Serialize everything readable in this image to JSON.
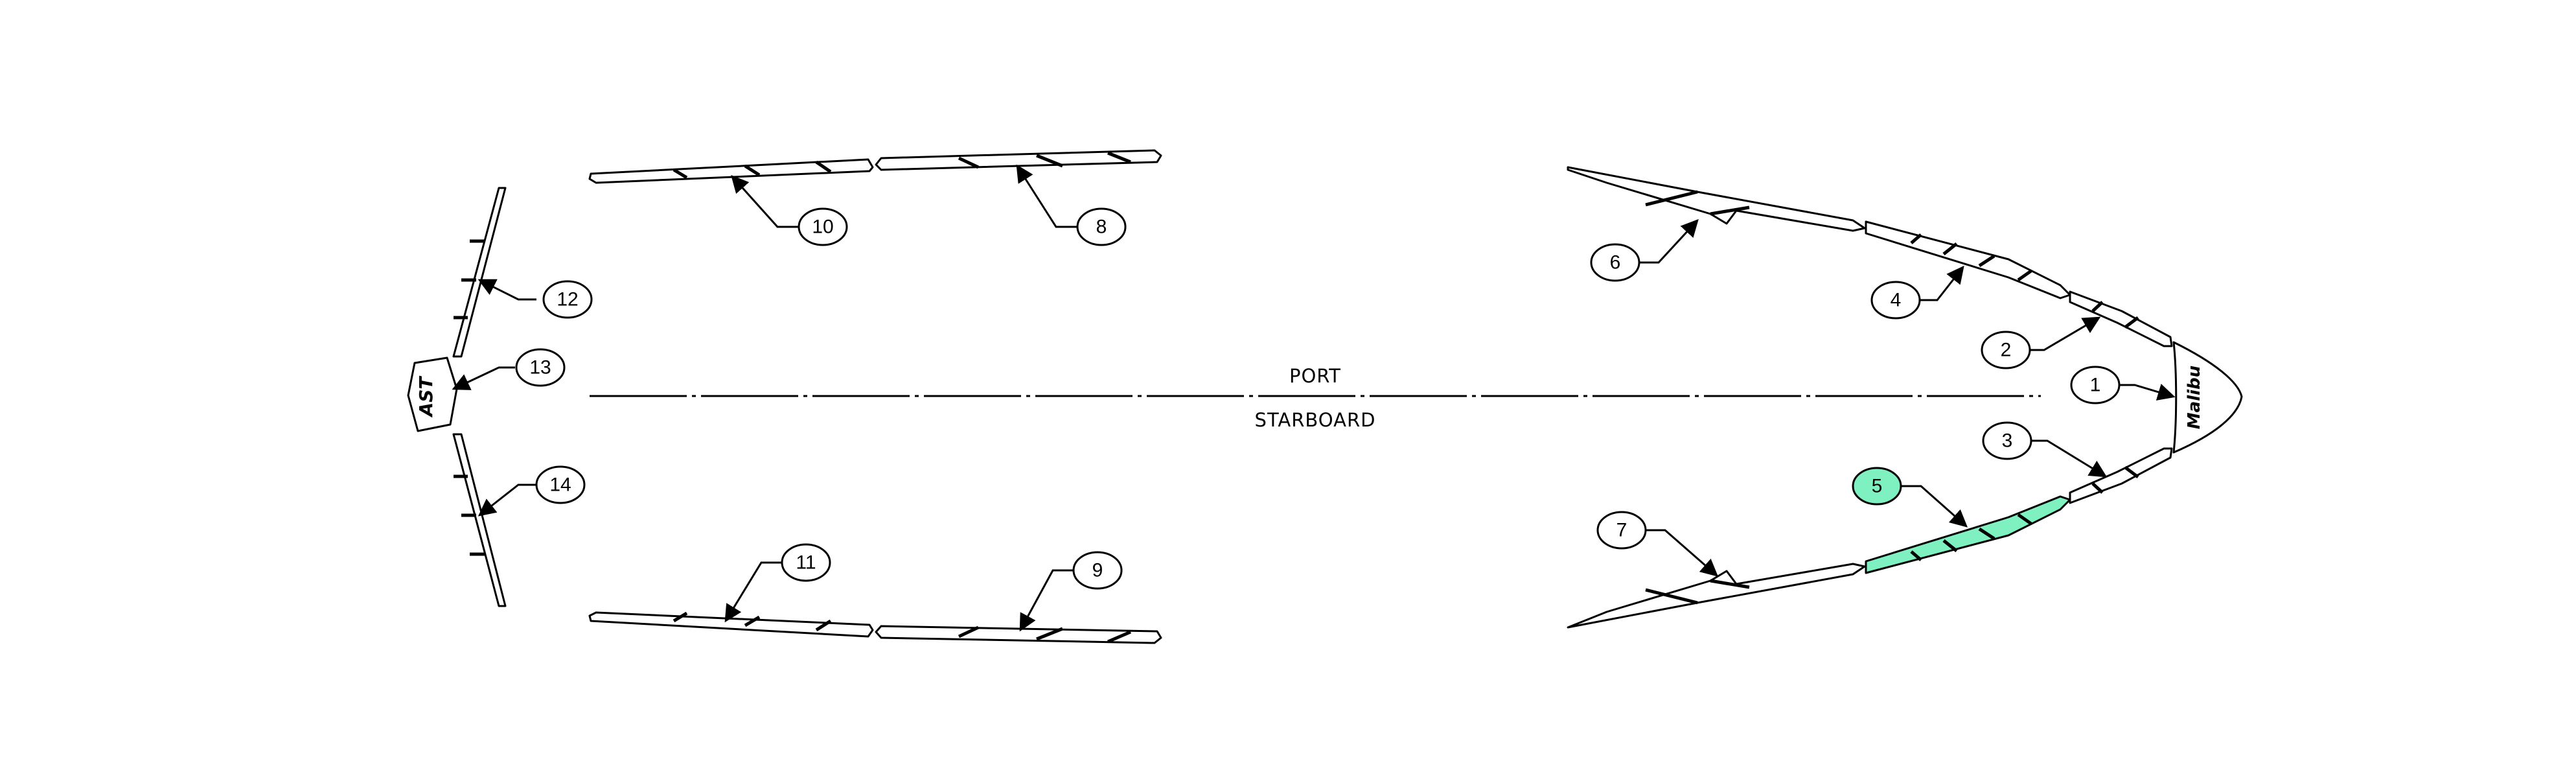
{
  "labels": {
    "port": "PORT",
    "starboard": "STARBOARD"
  },
  "callouts": {
    "c1": "1",
    "c2": "2",
    "c3": "3",
    "c4": "4",
    "c5": "5",
    "c6": "6",
    "c7": "7",
    "c8": "8",
    "c9": "9",
    "c10": "10",
    "c11": "11",
    "c12": "12",
    "c13": "13",
    "c14": "14"
  },
  "logos": {
    "transom": "AST",
    "bow": "Malibu"
  },
  "colors": {
    "highlight": "#7ff0c0",
    "line": "#000000",
    "background": "#ffffff"
  }
}
